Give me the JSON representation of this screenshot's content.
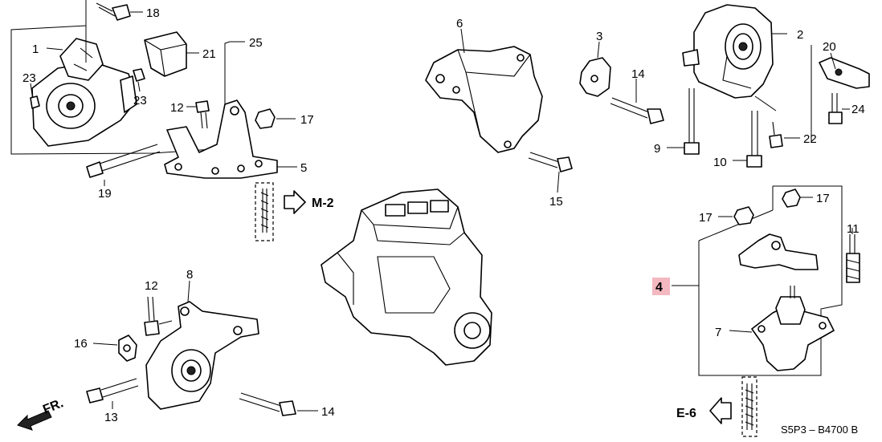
{
  "labels": {
    "p1": "1",
    "p2": "2",
    "p3": "3",
    "p4": "4",
    "p5": "5",
    "p6": "6",
    "p7": "7",
    "p8": "8",
    "p9": "9",
    "p10": "10",
    "p11": "11",
    "p12a": "12",
    "p12b": "12",
    "p13": "13",
    "p14a": "14",
    "p14b": "14",
    "p15": "15",
    "p16": "16",
    "p17a": "17",
    "p17b": "17",
    "p17c": "17",
    "p18": "18",
    "p19": "19",
    "p20": "20",
    "p21": "21",
    "p22": "22",
    "p23a": "23",
    "p23b": "23",
    "p24": "24",
    "p25": "25"
  },
  "refs": {
    "m2": "M-2",
    "e6": "E-6",
    "front": "FR."
  },
  "code": "S5P3 – B4700 B",
  "colors": {
    "highlight": "#f4b8c0"
  }
}
